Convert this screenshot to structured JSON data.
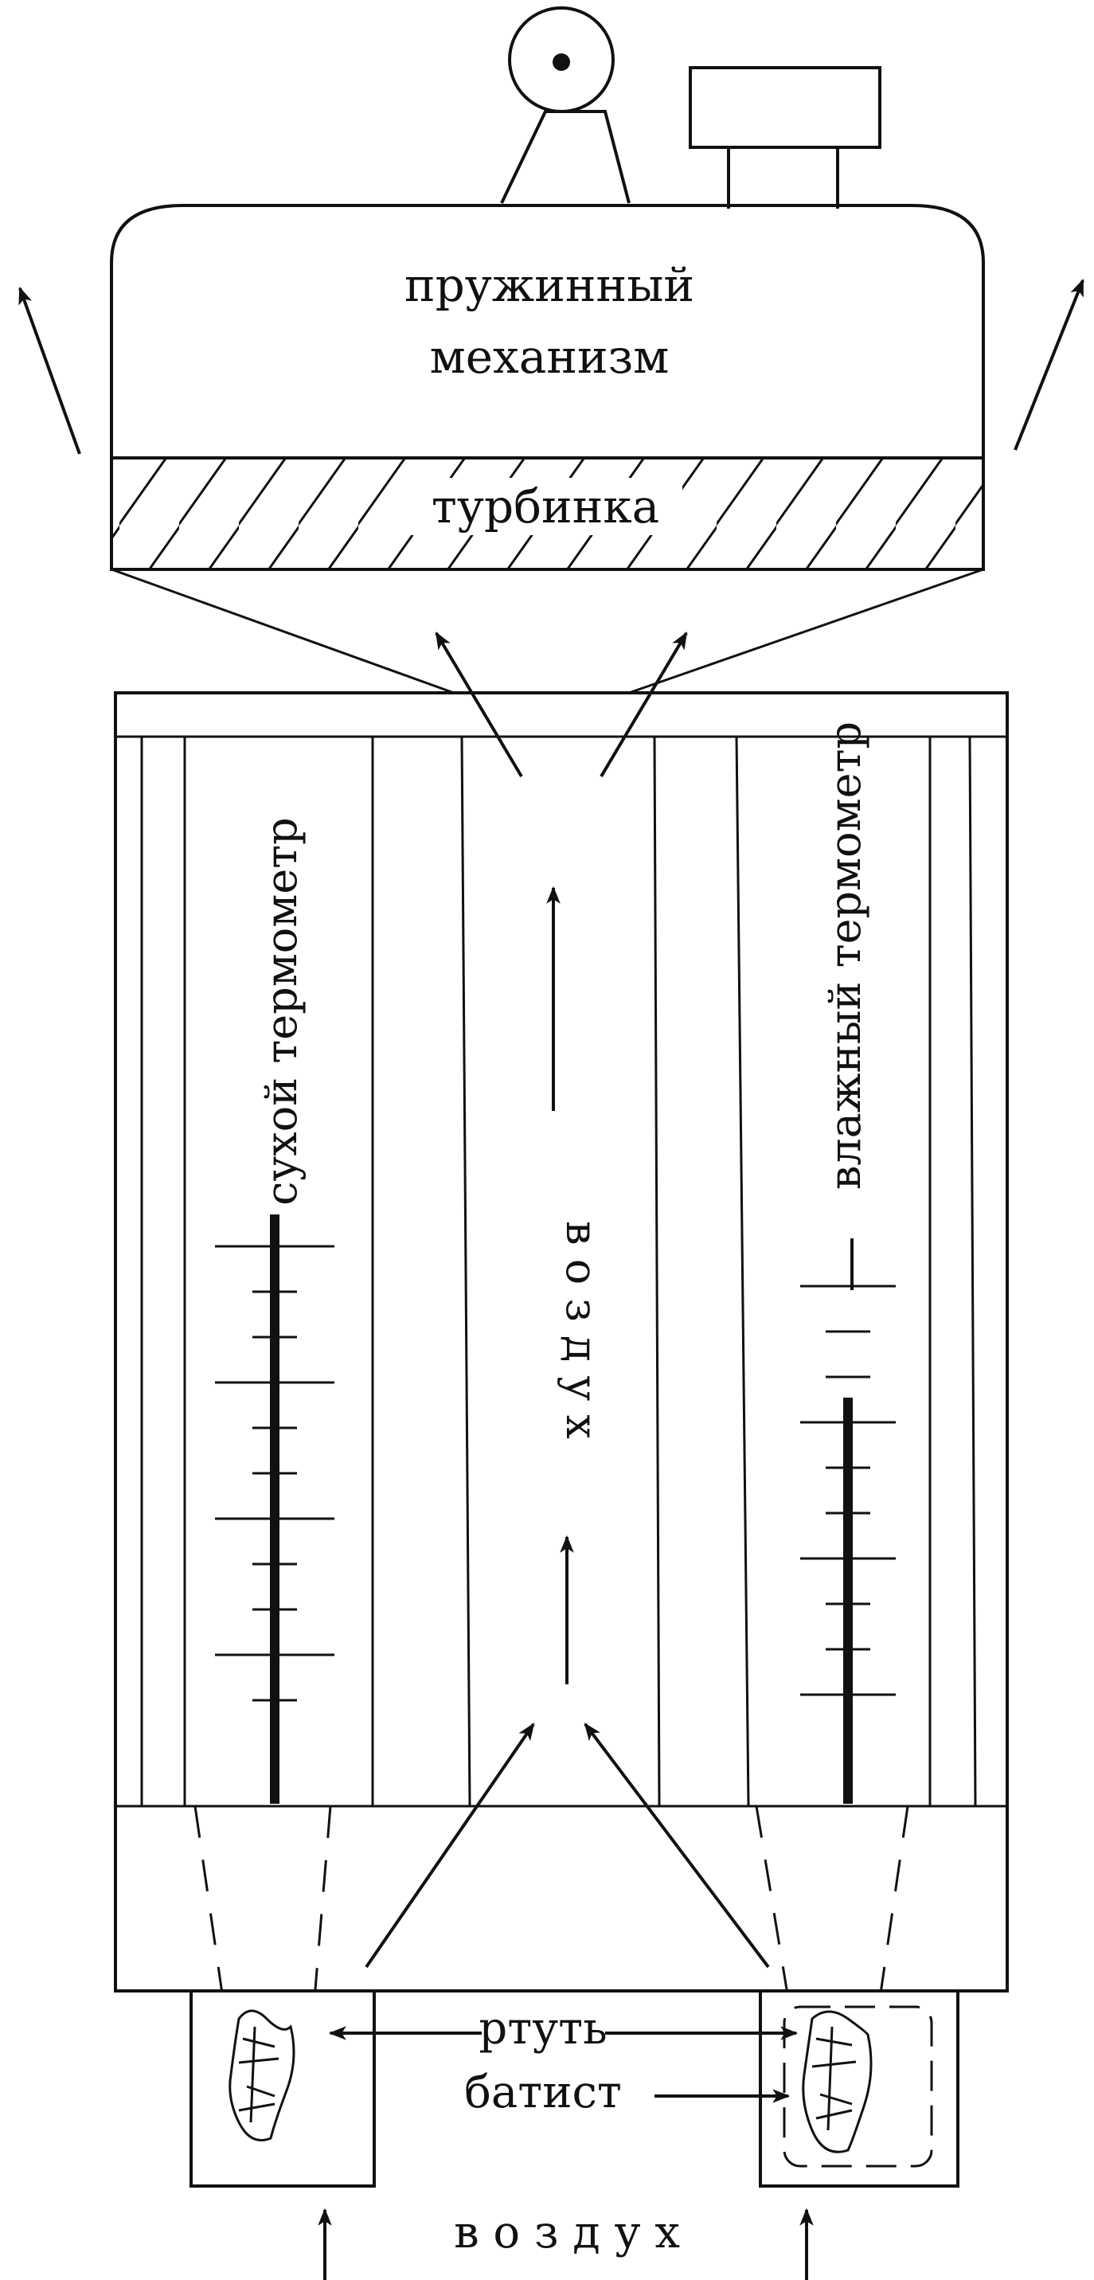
{
  "labels": {
    "spring_mechanism_line1": "пружинный",
    "spring_mechanism_line2": "механизм",
    "turbine": "турбинка",
    "dry_thermometer": "сухой термометр",
    "wet_thermometer": "влажный термометр",
    "air_vertical": "в о з д у х",
    "air_bottom": "в о з д у х",
    "mercury": "ртуть",
    "batiste": "батист"
  },
  "colors": {
    "ink": "#111111",
    "paper": "#ffffff"
  }
}
